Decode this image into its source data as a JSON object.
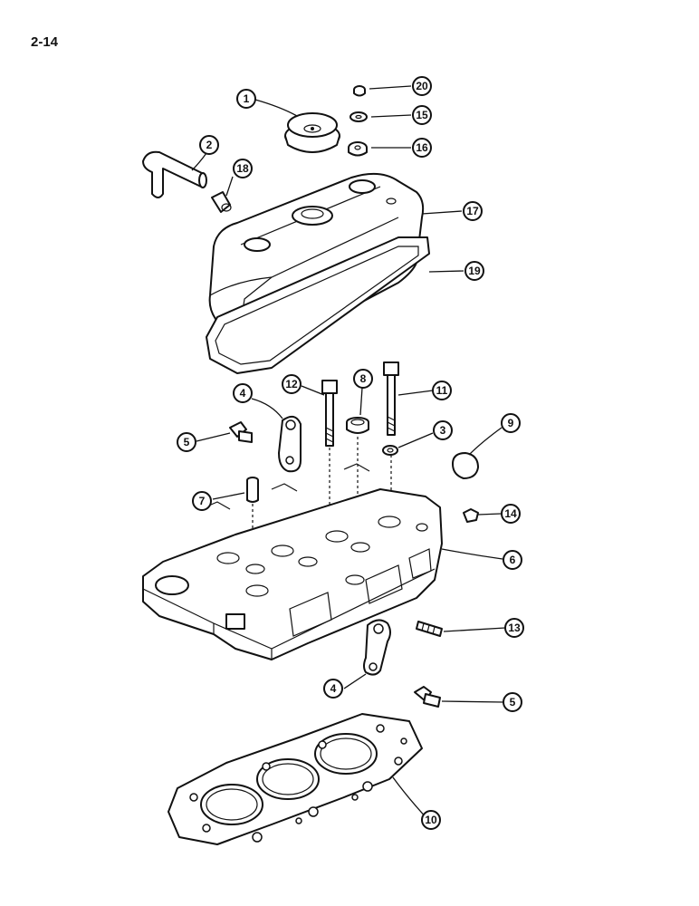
{
  "page": {
    "label": "2-14"
  },
  "callouts": [
    {
      "id": "c1",
      "number": "1"
    },
    {
      "id": "c2",
      "number": "2"
    },
    {
      "id": "c18",
      "number": "18"
    },
    {
      "id": "c20",
      "number": "20"
    },
    {
      "id": "c15",
      "number": "15"
    },
    {
      "id": "c16",
      "number": "16"
    },
    {
      "id": "c17",
      "number": "17"
    },
    {
      "id": "c19",
      "number": "19"
    },
    {
      "id": "c4a",
      "number": "4"
    },
    {
      "id": "c12",
      "number": "12"
    },
    {
      "id": "c8",
      "number": "8"
    },
    {
      "id": "c11",
      "number": "11"
    },
    {
      "id": "c9",
      "number": "9"
    },
    {
      "id": "c5a",
      "number": "5"
    },
    {
      "id": "c3",
      "number": "3"
    },
    {
      "id": "c7",
      "number": "7"
    },
    {
      "id": "c14",
      "number": "14"
    },
    {
      "id": "c6",
      "number": "6"
    },
    {
      "id": "c13",
      "number": "13"
    },
    {
      "id": "c4b",
      "number": "4"
    },
    {
      "id": "c5b",
      "number": "5"
    },
    {
      "id": "c10",
      "number": "10"
    }
  ]
}
